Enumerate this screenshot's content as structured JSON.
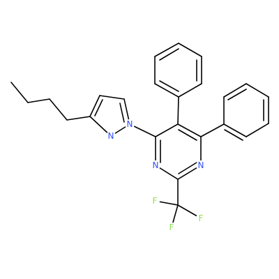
{
  "colors": {
    "bond": "#000000",
    "nitrogen": "#3050F8",
    "fluorine": "#90E050"
  },
  "atoms": {
    "pyrazole_n1": "N",
    "pyrazole_n2": "N",
    "pyrimidine_n3": "N",
    "pyrimidine_n1": "N",
    "fluorine_1": "F",
    "fluorine_2": "F",
    "fluorine_3": "F"
  }
}
